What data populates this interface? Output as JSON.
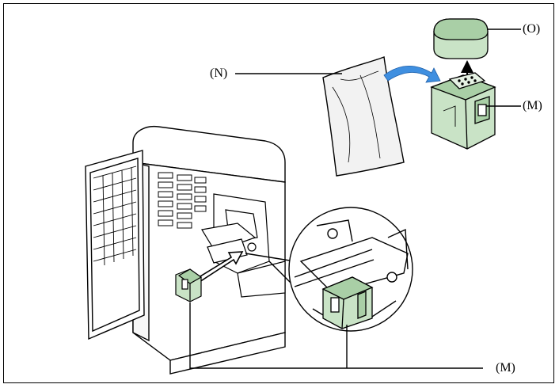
{
  "diagram": {
    "labels": {
      "n": "(N)",
      "o": "(O)",
      "m_top": "(M)",
      "m_bottom": "(M)"
    },
    "colors": {
      "part_fill": "#c9e3c6",
      "part_dark": "#a9cfa6",
      "arrow": "#3f8fe0",
      "bag": "#f2f2f2",
      "line": "#000000"
    }
  }
}
